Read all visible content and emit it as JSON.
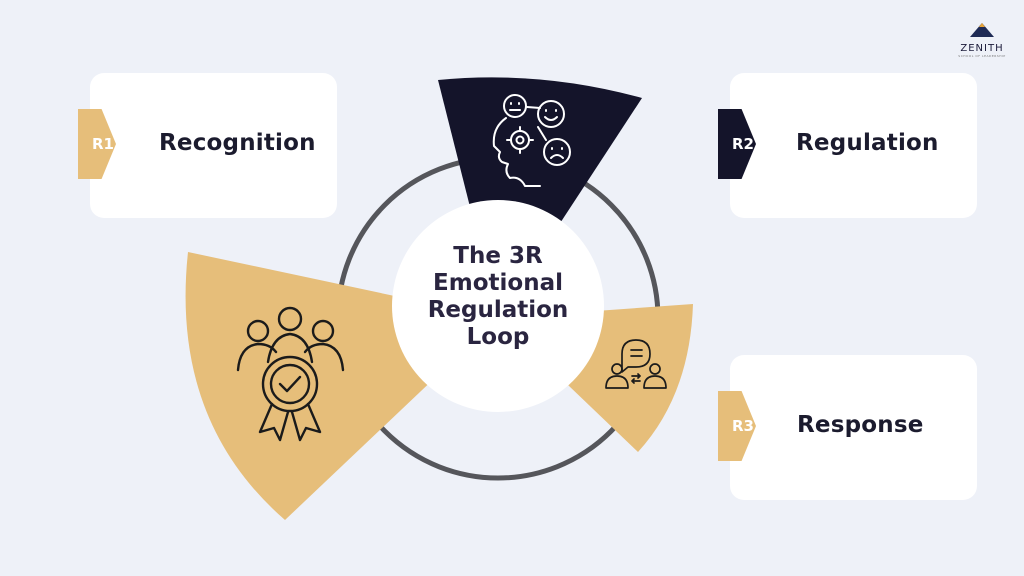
{
  "brand": {
    "name": "ZENITH",
    "tagline": "SCHOOL OF LEADERSHIP"
  },
  "center": {
    "lines": [
      "The 3R",
      "Emotional",
      "Regulation",
      "Loop"
    ]
  },
  "cards": [
    {
      "tag": "R1",
      "label": "Recognition",
      "tag_color": "#e6be7a"
    },
    {
      "tag": "R2",
      "label": "Regulation",
      "tag_color": "#14142a"
    },
    {
      "tag": "R3",
      "label": "Response",
      "tag_color": "#e6be7a"
    }
  ],
  "segments": [
    {
      "name": "regulation-segment",
      "icon": "head-emotions-icon",
      "color": "#14142a"
    },
    {
      "name": "recognition-segment",
      "icon": "team-award-icon",
      "color": "#e6be7a"
    },
    {
      "name": "response-segment",
      "icon": "conversation-icon",
      "color": "#e6be7a"
    }
  ],
  "colors": {
    "background": "#eef1f8",
    "gold": "#e6be7a",
    "navy": "#14142a",
    "ring": "#55565b"
  }
}
